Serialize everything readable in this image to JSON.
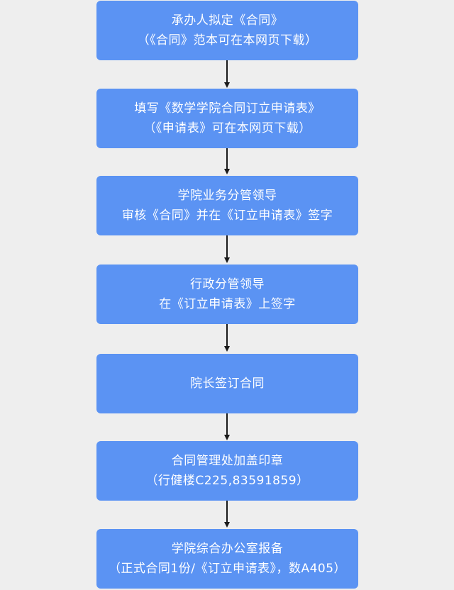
{
  "steps": [
    {
      "line1": "承办人拟定《合同》",
      "line2": "（《合同》范本可在本网页下载）"
    },
    {
      "line1": "填写《数学学院合同订立申请表》",
      "line2": "（《申请表》可在本网页下载）"
    },
    {
      "line1": "学院业务分管领导",
      "line2": "审核《合同》并在《订立申请表》签字"
    },
    {
      "line1": "行政分管领导",
      "line2": "在《订立申请表》上签字"
    },
    {
      "line1": "院长签订合同"
    },
    {
      "line1": "合同管理处加盖印章",
      "line2": "（行健楼C225,83591859）"
    },
    {
      "line1": "学院综合办公室报备",
      "line2": "（正式合同1份/《订立申请表》，数A405）"
    }
  ],
  "colors": {
    "background": "#eeeeee",
    "step_fill": "#5b93f3",
    "step_text": "#ffffff",
    "arrow": "#1a1a1a"
  }
}
